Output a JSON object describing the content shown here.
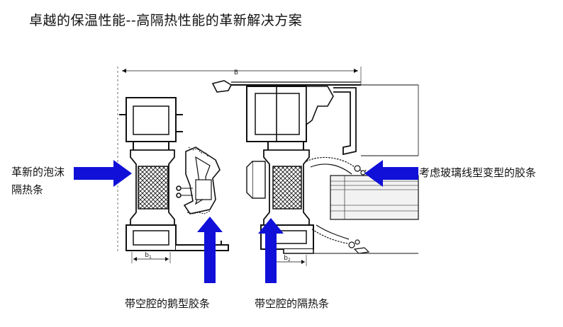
{
  "title": "卓越的保温性能--高隔热性能的革新解决方案",
  "labels": {
    "foam_line1": "革新的泡沫",
    "foam_line2": "隔热条",
    "glazing_gasket": "考虑玻璃线型变型的胶条",
    "cavity_gasket": "带空腔的鹅型胶条",
    "cavity_strip": "带空腔的隔热条"
  },
  "dimensions": {
    "overall": "B",
    "b1": "b",
    "b1_sub": "1",
    "b2": "b",
    "b2_sub": "2"
  },
  "colors": {
    "arrow": "#1010d8",
    "line": "#111111",
    "profile_fill": "#ffffff",
    "glass_fill": "#f2f2f2"
  }
}
